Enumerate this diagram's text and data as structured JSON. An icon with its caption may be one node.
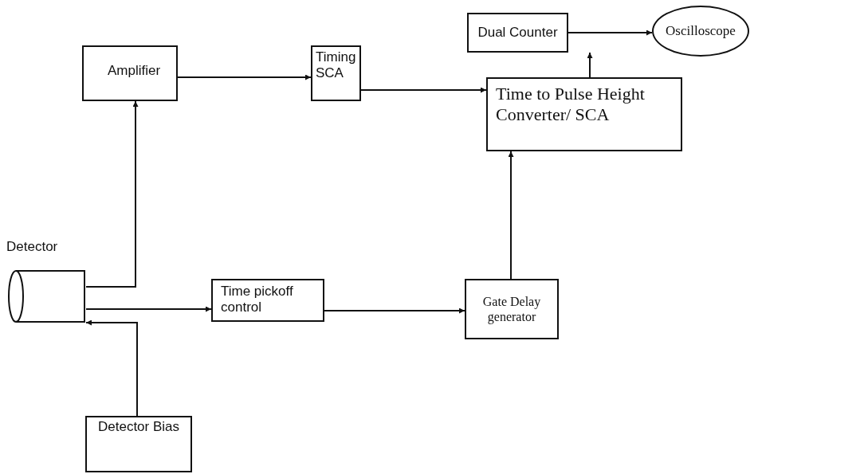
{
  "diagram": {
    "nodes": [
      {
        "text": [
          "Detector"
        ]
      },
      {
        "text": [
          "Amplifier"
        ]
      },
      {
        "text": [
          "Timing SCA"
        ]
      },
      {
        "text": [
          "Time to Pulse Height Converter/ SCA"
        ]
      },
      {
        "text": [
          "Dual Counter"
        ]
      },
      {
        "text": [
          "Oscilloscope"
        ]
      },
      {
        "text": [
          "Time pickoff control"
        ]
      },
      {
        "text": [
          "Gate Delay generator"
        ]
      },
      {
        "text": [
          "Detector Bias"
        ]
      }
    ],
    "edges": [
      {
        "from": 0,
        "to": 1,
        "arrow": "to"
      },
      {
        "from": 1,
        "to": 2,
        "arrow": "to"
      },
      {
        "from": 2,
        "to": 3,
        "arrow": "to"
      },
      {
        "from": 3,
        "to": 4,
        "arrow": "to"
      },
      {
        "from": 4,
        "to": 5,
        "arrow": "to"
      },
      {
        "from": 0,
        "to": 6,
        "arrow": "to"
      },
      {
        "from": 6,
        "to": 7,
        "arrow": "to"
      },
      {
        "from": 7,
        "to": 3,
        "arrow": "to"
      },
      {
        "from": 8,
        "to": 0,
        "arrow": "to"
      }
    ]
  }
}
